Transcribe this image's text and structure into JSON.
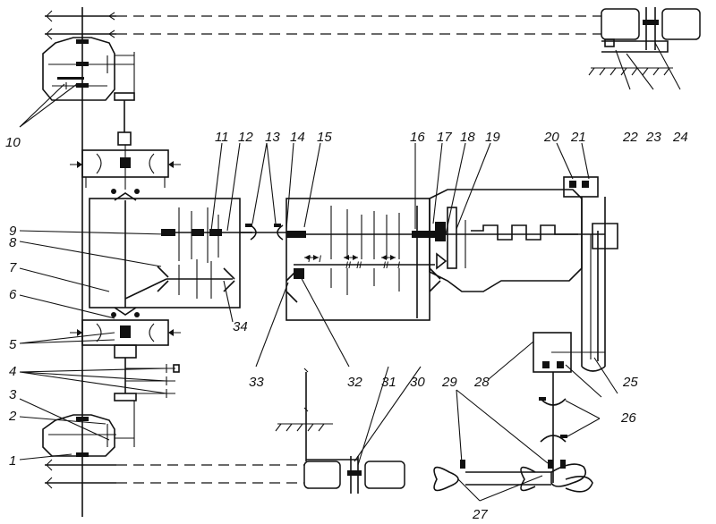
{
  "callouts": [
    "1",
    "2",
    "3",
    "4",
    "5",
    "6",
    "7",
    "8",
    "9",
    "10",
    "11",
    "12",
    "13",
    "14",
    "15",
    "16",
    "17",
    "18",
    "19",
    "20",
    "21",
    "22",
    "23",
    "24",
    "25",
    "26",
    "27",
    "28",
    "29",
    "30",
    "31",
    "32",
    "33",
    "34"
  ],
  "gear_marks": [
    "I",
    "I",
    "II",
    "II",
    "II",
    "I"
  ],
  "colors": {
    "ink": "#111111",
    "paper": "#ffffff"
  }
}
